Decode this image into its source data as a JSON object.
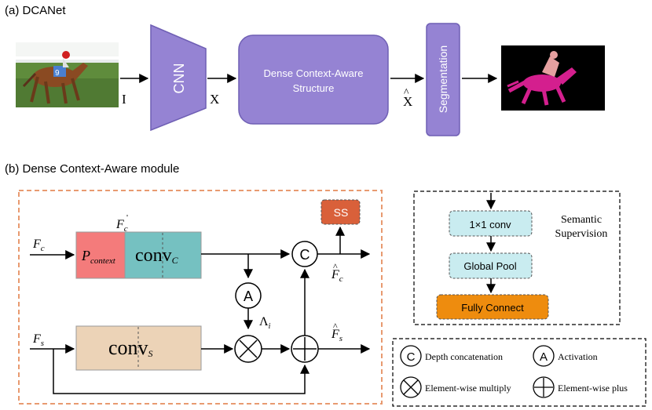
{
  "part_a": {
    "title": "(a) DCANet",
    "label_input": "I",
    "label_cnn_out": "X",
    "label_dcas_out": "X",
    "cnn": "CNN",
    "dcas_line1": "Dense Context-Aware",
    "dcas_line2": "Structure",
    "segmentation": "Segmentation"
  },
  "part_b": {
    "title": "(b) Dense Context-Aware module",
    "f_c": "F",
    "f_c_sub": "c",
    "f_s": "F",
    "f_s_sub": "s",
    "f_c_prime": "F",
    "f_c_prime_sub": "c",
    "p_context": "P",
    "p_context_sub": "context",
    "conv_c": "conv",
    "conv_c_sub": "C",
    "conv_s": "conv",
    "conv_s_sub": "S",
    "ss": "SS",
    "concat_symbol": "C",
    "activation_symbol": "A",
    "lambda": "Λ",
    "lambda_sub": "i",
    "f_c_hat": "F",
    "f_c_hat_sub": "c",
    "f_s_hat": "F",
    "f_s_hat_sub": "s"
  },
  "semantic_supervision": {
    "title_line1": "Semantic",
    "title_line2": "Supervision",
    "conv": "1×1 conv",
    "pool": "Global Pool",
    "fc": "Fully Connect"
  },
  "legend": {
    "concat_symbol": "C",
    "concat": "Depth concatenation",
    "activation_symbol": "A",
    "activation": "Activation",
    "multiply": "Element-wise multiply",
    "plus": "Element-wise plus"
  },
  "colors": {
    "purple": "#9583d3",
    "teal": "#75c1c1",
    "pink": "#f47b7b",
    "tan": "#ecd3b7",
    "ss_red": "#d9603a",
    "light_cyan": "#c9ecf0",
    "orange": "#ee8c0e",
    "dashed_orange": "#e89a70"
  }
}
